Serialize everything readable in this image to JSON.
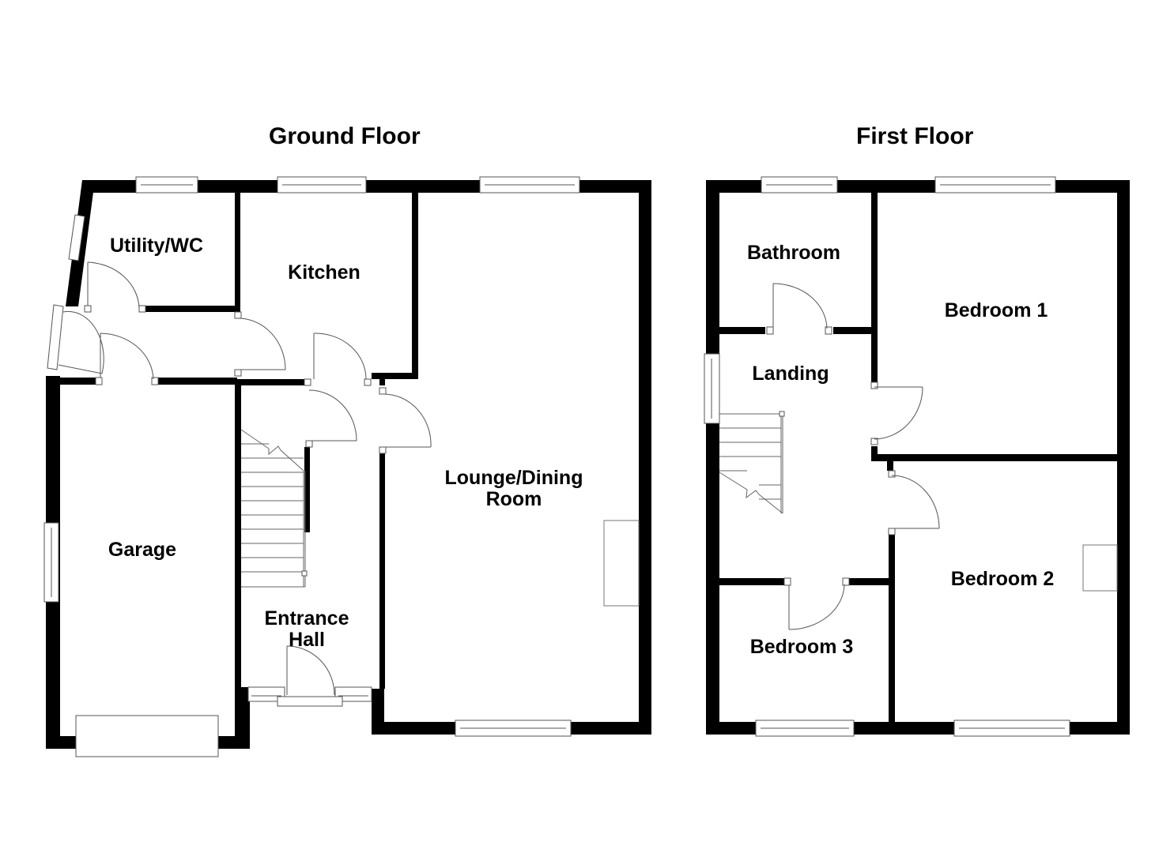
{
  "floors": {
    "ground": {
      "title": "Ground Floor",
      "rooms": {
        "utility": "Utility/WC",
        "kitchen": "Kitchen",
        "lounge": "Lounge/Dining\nRoom",
        "garage": "Garage",
        "entrance": "Entrance\nHall"
      }
    },
    "first": {
      "title": "First Floor",
      "rooms": {
        "bathroom": "Bathroom",
        "landing": "Landing",
        "bedroom1": "Bedroom 1",
        "bedroom2": "Bedroom 2",
        "bedroom3": "Bedroom 3"
      }
    }
  },
  "colors": {
    "wall": "#000000",
    "background": "#ffffff",
    "line": "#555555"
  }
}
